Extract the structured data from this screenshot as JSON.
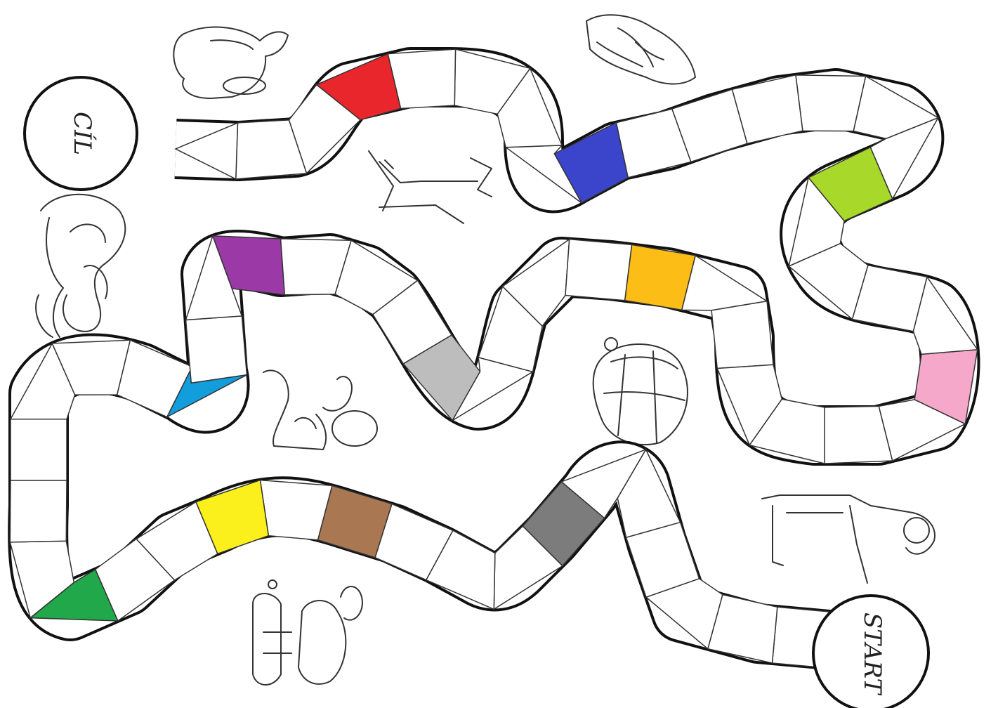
{
  "title": "",
  "start_label": "START",
  "goal_label": "CÍL",
  "track": {
    "space_count": 62,
    "colored_spaces": [
      {
        "name": "red-space",
        "color": "#e8262b"
      },
      {
        "name": "blue-space",
        "color": "#3a45cc"
      },
      {
        "name": "lime-space",
        "color": "#a7d82a"
      },
      {
        "name": "pink-space",
        "color": "#f5a8c9"
      },
      {
        "name": "cyan-space",
        "color": "#129edc"
      },
      {
        "name": "gray-light-space",
        "color": "#bdbdbd"
      },
      {
        "name": "purple-space",
        "color": "#9b3aa6"
      },
      {
        "name": "orange-space",
        "color": "#fbbd16"
      },
      {
        "name": "green-space",
        "color": "#20a84a"
      },
      {
        "name": "gray-dark-space",
        "color": "#7c7c7c"
      },
      {
        "name": "brown-space",
        "color": "#aa7753"
      },
      {
        "name": "yellow-space",
        "color": "#fbf01b"
      }
    ]
  },
  "illustrations": [
    {
      "name": "jug-illustration"
    },
    {
      "name": "sleeping-man-illustration"
    },
    {
      "name": "fallen-tree-illustration"
    },
    {
      "name": "ram-illustration"
    },
    {
      "name": "crouching-figure-illustration"
    },
    {
      "name": "turtle-illustration"
    },
    {
      "name": "lying-woman-illustration"
    },
    {
      "name": "bottles-illustration"
    }
  ]
}
